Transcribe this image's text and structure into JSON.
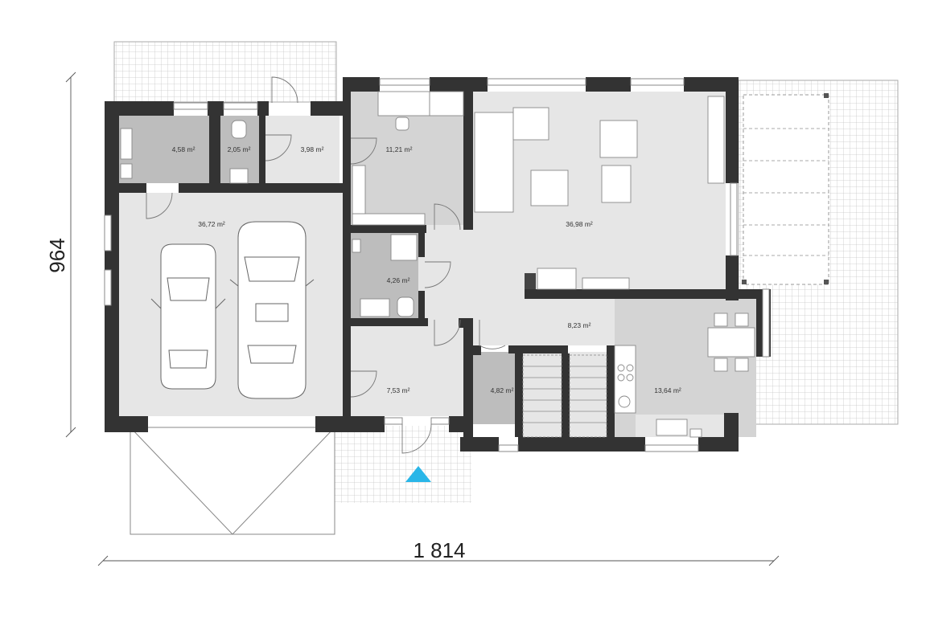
{
  "dimensions": {
    "width_label": "1 814",
    "height_label": "964"
  },
  "rooms": [
    {
      "id": "utility",
      "area": "4,58 m²"
    },
    {
      "id": "wc",
      "area": "2,05 m²"
    },
    {
      "id": "vestibule",
      "area": "3,98 m²"
    },
    {
      "id": "office",
      "area": "11,21 m²"
    },
    {
      "id": "living-room",
      "area": "36,98 m²"
    },
    {
      "id": "garage",
      "area": "36,72 m²"
    },
    {
      "id": "bathroom",
      "area": "4,26 m²"
    },
    {
      "id": "hall",
      "area": "8,23 m²"
    },
    {
      "id": "entrance",
      "area": "7,53 m²"
    },
    {
      "id": "pantry",
      "area": "4,82 m²"
    },
    {
      "id": "kitchen-dining",
      "area": "13,64 m²"
    }
  ],
  "colors": {
    "wall": "#333333",
    "floor_light": "#e6e6e6",
    "floor_mid": "#d4d4d4",
    "floor_dark": "#bdbdbd",
    "terrace_grid": "#c8c8c8",
    "entrance_arrow": "#29b6e8"
  },
  "icons": [
    "entrance-arrow-icon",
    "car-icon",
    "car-icon"
  ]
}
